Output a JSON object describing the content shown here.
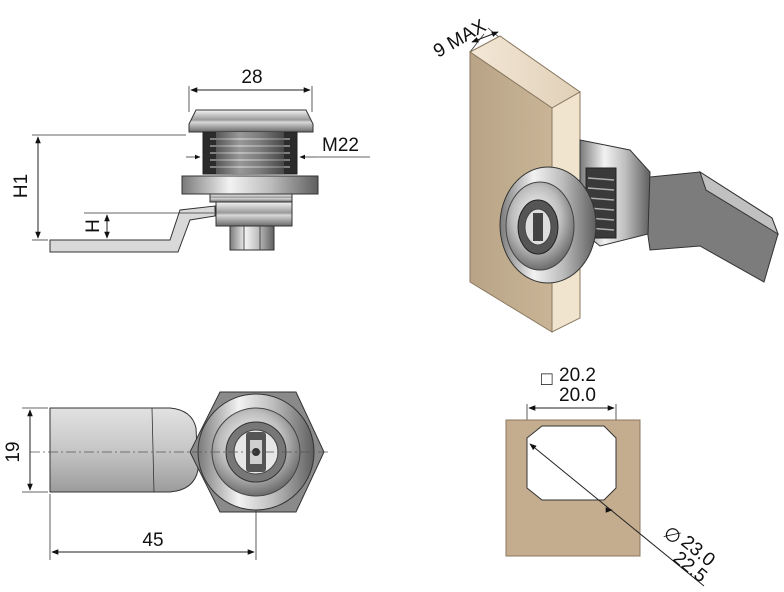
{
  "dimensions": {
    "width_top": "28",
    "thread": "M22",
    "h1": "H1",
    "h": "H",
    "max_panel": "9 MAX",
    "height_cam": "19",
    "length_cam": "45",
    "cutout_outer": "20.2",
    "cutout_inner": "20.0",
    "diameter_outer": "23.0",
    "diameter_inner": "22.5"
  },
  "symbols": {
    "square": "□",
    "diameter": "∅"
  },
  "colors": {
    "wood": "#d3bfa2",
    "wood_side": "#e8dcc8",
    "wood_edge": "#b39e82",
    "steel_light": "#e6e6e6",
    "steel_mid": "#a9a9a9",
    "steel_dark": "#555555"
  }
}
